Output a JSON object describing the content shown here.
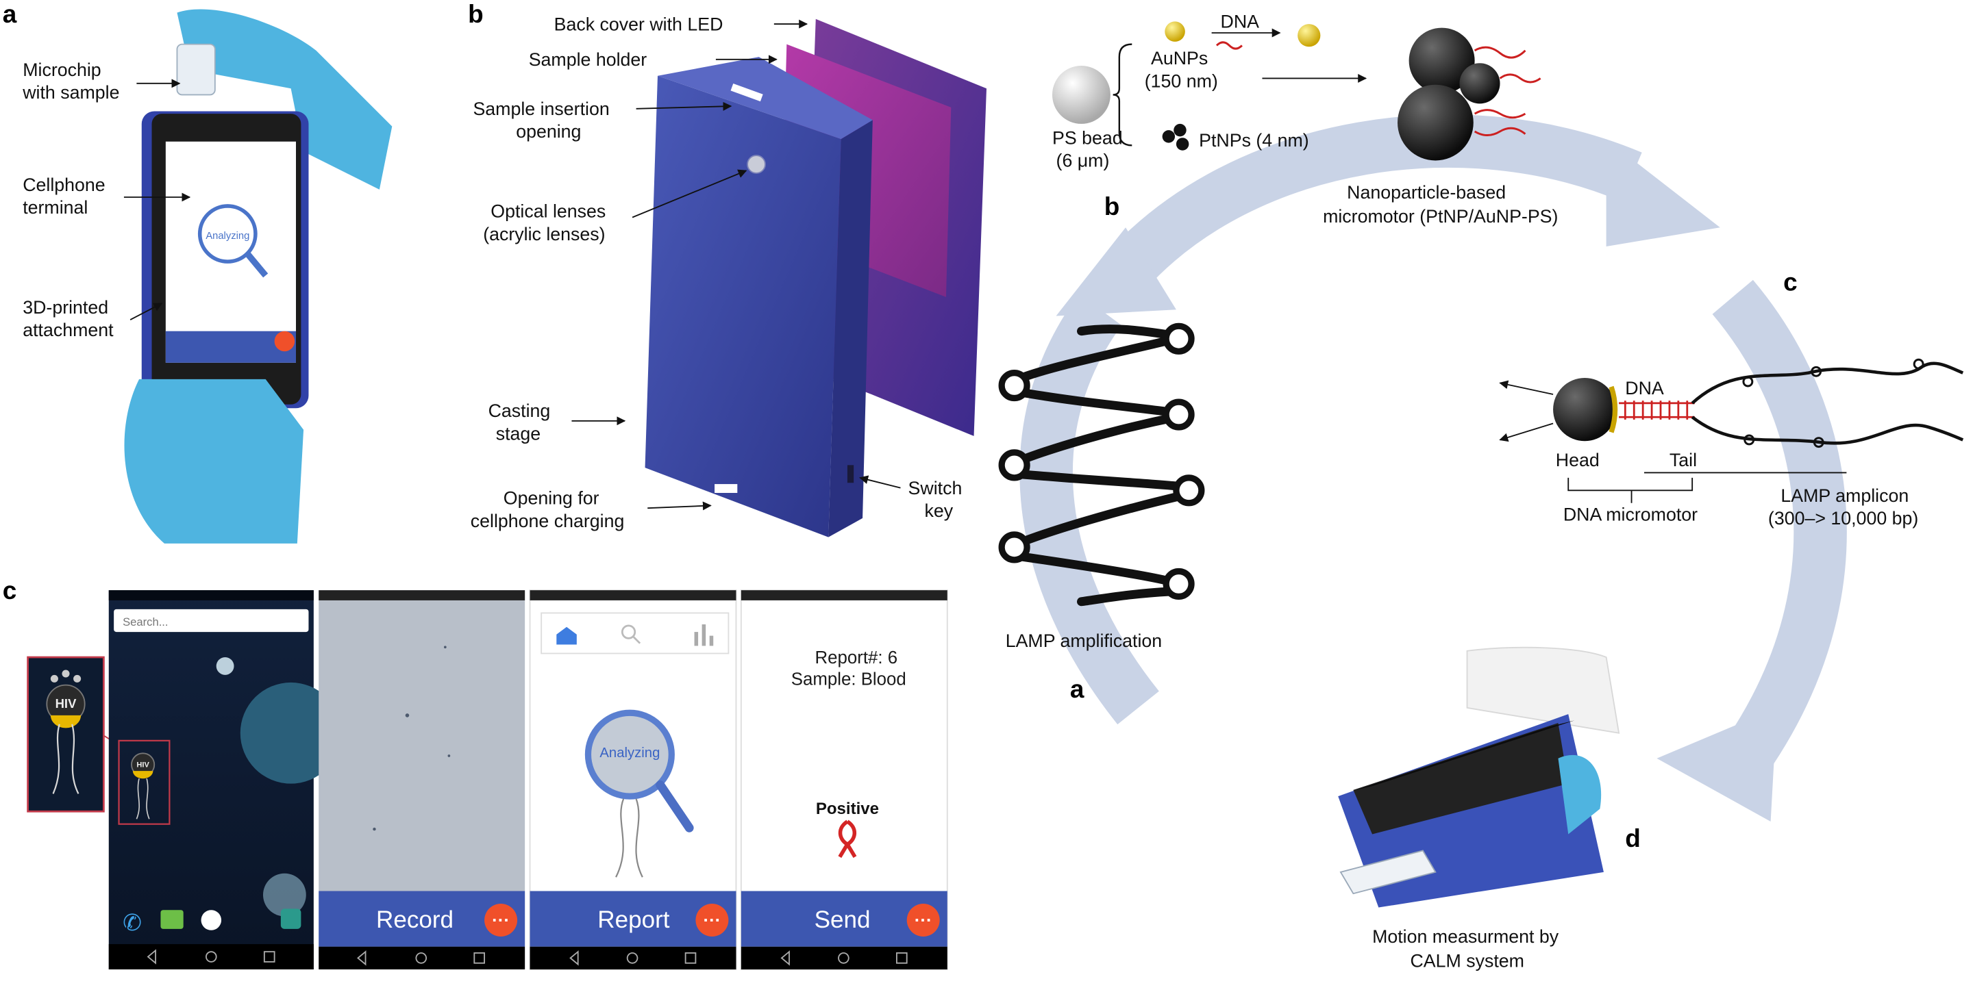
{
  "panel_letters": {
    "a": "a",
    "b": "b",
    "c": "c",
    "cycle_b": "b",
    "cycle_c": "c",
    "cycle_a": "a",
    "cycle_d": "d"
  },
  "panel_a": {
    "microchip_line1": "Microchip",
    "microchip_line2": "with sample",
    "phone_line1": "Cellphone",
    "phone_line2": "terminal",
    "attach_line1": "3D-printed",
    "attach_line2": "attachment",
    "badge_text": "Analyzing"
  },
  "panel_b": {
    "back_cover": "Back cover with LED",
    "sample_holder": "Sample holder",
    "insertion_line1": "Sample insertion",
    "insertion_line2": "opening",
    "lenses_line1": "Optical lenses",
    "lenses_line2": "(acrylic lenses)",
    "casting_line1": "Casting",
    "casting_line2": "stage",
    "charging_line1": "Opening for",
    "charging_line2": "cellphone charging",
    "switch_line1": "Switch",
    "switch_line2": "key"
  },
  "panel_c": {
    "search_placeholder": "Search...",
    "virus_label": "HIV",
    "screens": [
      {
        "button": "Record"
      },
      {
        "button": "Report",
        "badge": "Analyzing"
      },
      {
        "button": "Send",
        "report_line1": "Report#: 6",
        "report_line2": "Sample: Blood",
        "result": "Positive"
      }
    ]
  },
  "cycle": {
    "ps_line1": "PS bead",
    "ps_line2": "(6 μm)",
    "aunp_line1": "AuNPs",
    "aunp_line2": "(150 nm)",
    "dna_top": "DNA",
    "ptnp": "PtNPs (4 nm)",
    "motor_line1": "Nanoparticle-based",
    "motor_line2": "micromotor (PtNP/AuNP-PS)",
    "dna_label": "DNA",
    "head": "Head",
    "tail": "Tail",
    "dna_micromotor": "DNA micromotor",
    "amplicon_line1": "LAMP amplicon",
    "amplicon_line2": "(300–> 10,000 bp)",
    "lamp": "LAMP amplification",
    "calm_line1": "Motion measurment by",
    "calm_line2": "CALM system"
  },
  "colors": {
    "blue_shell": "#3a4aa8",
    "arrow_blue": "#c9d3e6",
    "accent_orange": "#f0502a",
    "app_bar": "#3d57b0",
    "glove": "#4fb4e0",
    "ribbon": "#d42525"
  }
}
